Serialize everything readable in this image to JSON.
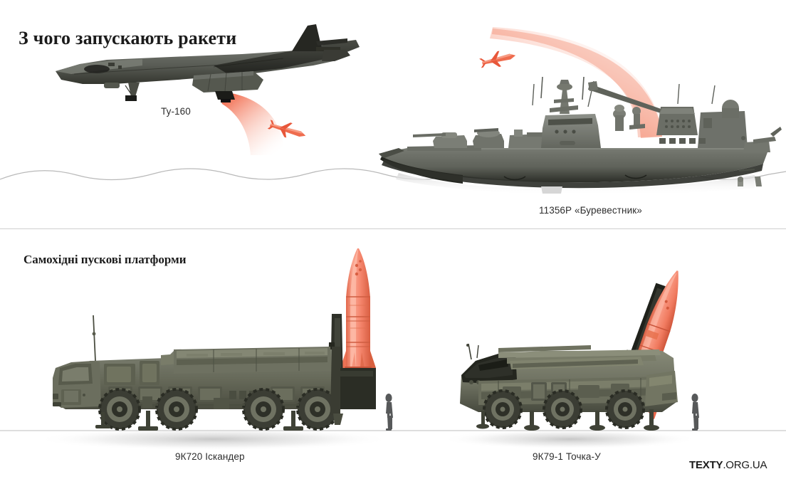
{
  "page": {
    "title": "З чого запускають ракети",
    "section_title": "Самохідні пускові платформи",
    "background": "#ffffff",
    "divider_color": "#cfcfcf"
  },
  "labels": {
    "plane": "Ту-160",
    "ship": "11356Р «Буревестник»",
    "iskander": "9К720 Іскандер",
    "tochka": "9К79-1 Точка-У"
  },
  "logo": {
    "bold": "TEXTY",
    "rest": ".ORG.UA"
  },
  "colors": {
    "missile_coral": "#f4826a",
    "missile_coral_light": "#fba793",
    "missile_coral_dark": "#e05f43",
    "plume_red": "#ee4b34",
    "vehicle_olive": "#696b5e",
    "vehicle_olive_dark": "#44463c",
    "vehicle_olive_light": "#878a79",
    "ship_gray": "#6e7169",
    "ship_gray_light": "#8d9089",
    "hull_dark": "#33352f",
    "plane_dark": "#2c2c2c",
    "plane_gray": "#6a6d66",
    "human_gray": "#57595a",
    "ground_line": "#c9c9c9",
    "sea_line": "#b9b9b9",
    "text_dark": "#1b1b1b",
    "caption_gray": "#2d2d2d"
  },
  "scene": {
    "top": {
      "name": "air-and-sea-launch-platforms",
      "items": [
        "tu-160-bomber",
        "cruise-missile",
        "frigate-11356r",
        "sea-wave-line"
      ]
    },
    "bottom": {
      "name": "self-propelled-launch-platforms",
      "items": [
        "iskander-tel",
        "iskander-missile",
        "tochka-u-tel",
        "tochka-u-missile",
        "human-scale-figure-left",
        "human-scale-figure-right",
        "ground-line"
      ]
    }
  }
}
